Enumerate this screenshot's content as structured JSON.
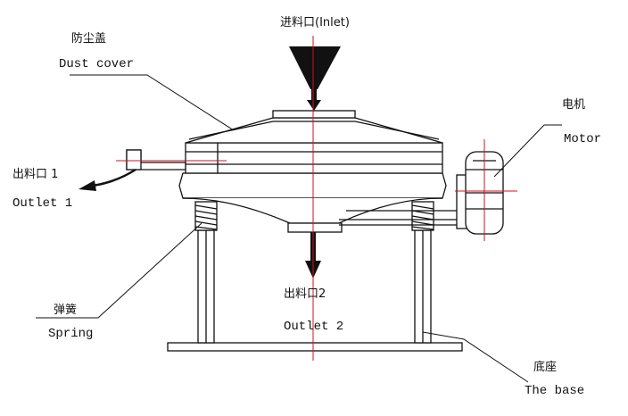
{
  "labels": {
    "inlet": "进料口(Inlet)",
    "dust_cover_cn": "防尘盖",
    "dust_cover_en": "Dust cover",
    "motor_cn": "电机",
    "motor_en": "Motor",
    "outlet1_cn": "出料口 1",
    "outlet1_en": "Outlet 1",
    "spring_cn": "弹簧",
    "spring_en": "Spring",
    "outlet2_cn": "出料口2",
    "outlet2_en": "Outlet 2",
    "base_cn": "底座",
    "base_en": "The base"
  },
  "colors": {
    "line": "#111111",
    "centerline": "#d01020",
    "background": "#ffffff"
  }
}
